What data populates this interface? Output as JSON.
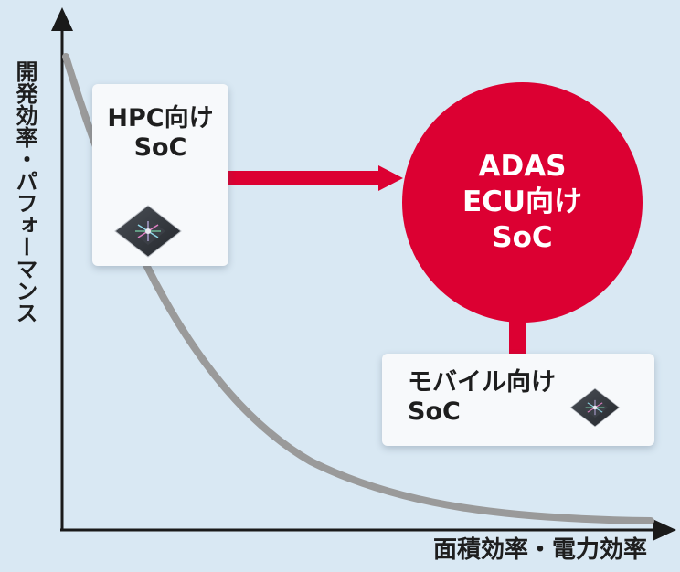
{
  "axes": {
    "y_label": "開発効率・パフォーマンス",
    "x_label": "面積効率・電力効率"
  },
  "nodes": {
    "hpc": {
      "lines": [
        "HPC向け",
        "SoC"
      ]
    },
    "adas": {
      "lines": [
        "ADAS",
        "ECU向け",
        "SoC"
      ]
    },
    "mobile": {
      "lines": [
        "モバイル向け",
        "SoC"
      ]
    }
  },
  "icons": [
    "chip-icon"
  ],
  "colors": {
    "background": "#d9e8f3",
    "accent": "#dc0032",
    "curve": "#9a9a9a",
    "axis": "#1a1a1a",
    "card": "#f7f9fb"
  }
}
